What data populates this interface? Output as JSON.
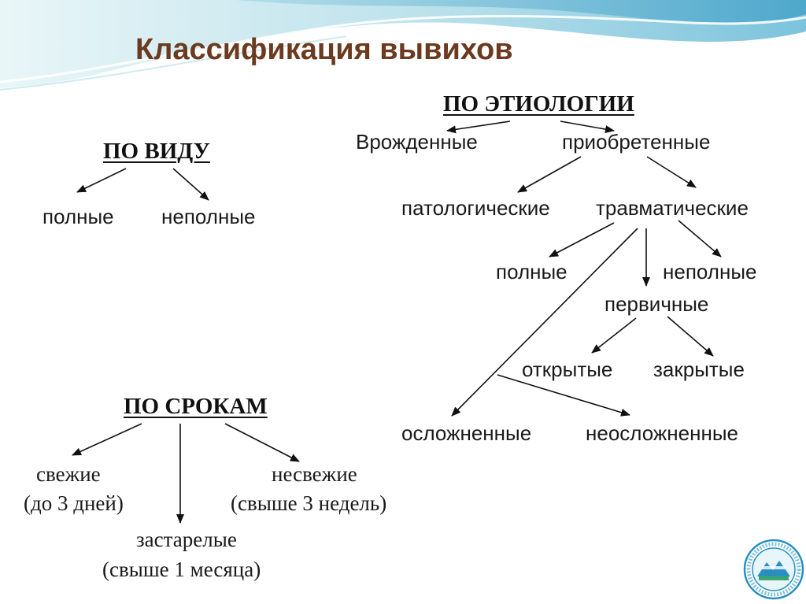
{
  "title": "Классификация вывихов",
  "by_type": {
    "header": "ПО ВИДУ",
    "full": "полные",
    "partial": "неполные"
  },
  "by_etiology": {
    "header": "ПО ЭТИОЛОГИИ",
    "congenital": "Врожденные",
    "acquired": "приобретенные",
    "pathological": "патологические",
    "traumatic": "травматические",
    "full": "полные",
    "partial": "неполные",
    "primary": "первичные",
    "open": "открытые",
    "closed": "закрытые",
    "complicated": "осложненные",
    "uncomplicated": "неосложненные"
  },
  "by_term": {
    "header": "ПО СРОКАМ",
    "fresh": "свежие",
    "fresh_note": "(до 3 дней)",
    "stale": "несвежие",
    "stale_note": "(свыше 3 недель)",
    "old": "застарелые",
    "old_note": "(свыше 1 месяца)"
  },
  "colors": {
    "title": "#6b3a1f",
    "text": "#1a1a1a",
    "arrows": "#111111",
    "wave_light": "#d8eef3",
    "wave_mid": "#9fd1e0",
    "wave_dark": "#5fb0cf"
  },
  "logo": {
    "icon": "university-seal-icon"
  }
}
